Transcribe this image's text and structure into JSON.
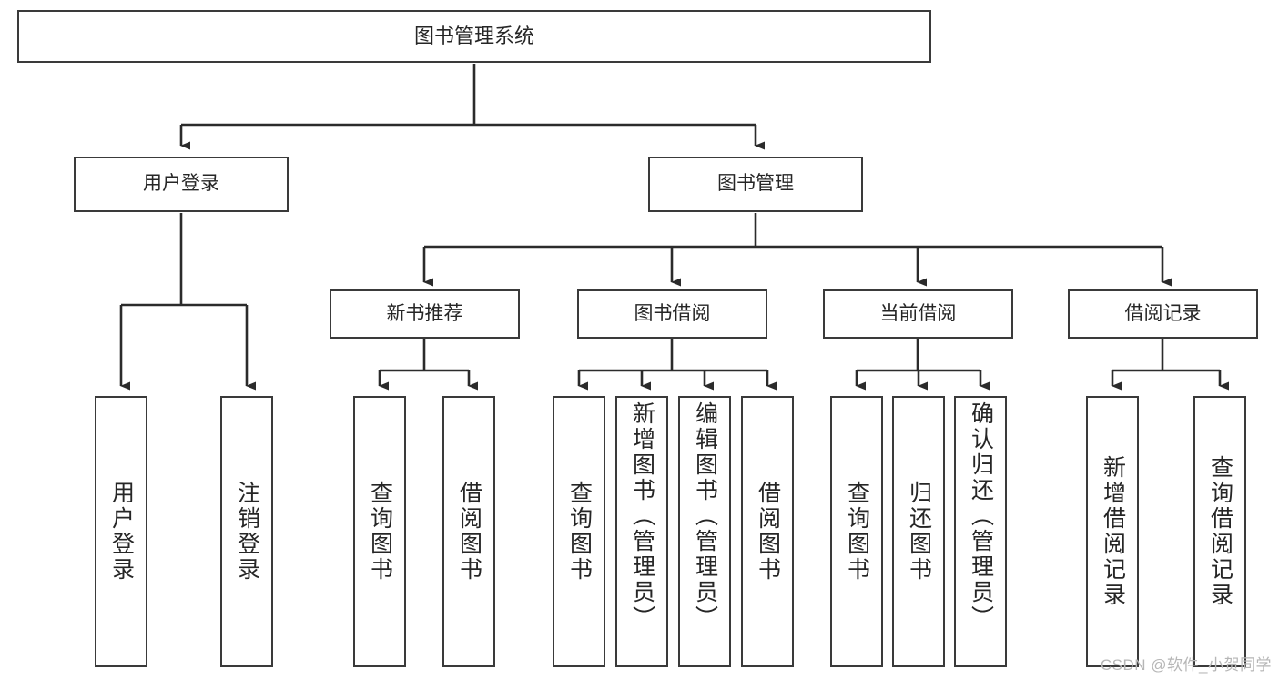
{
  "diagram": {
    "type": "tree-hierarchy-chart",
    "title_text": "图书管理系统",
    "colors": {
      "box_border": "#3a3a3a",
      "box_fill": "#ffffff",
      "connector": "#2b2b2b",
      "text": "#262626",
      "watermark": "#b6b6b6",
      "page_background": "#ffffff"
    },
    "root": {
      "label": "图书管理系统"
    },
    "level2": [
      {
        "label": "用户登录"
      },
      {
        "label": "图书管理"
      }
    ],
    "level3": [
      {
        "label": "新书推荐"
      },
      {
        "label": "图书借阅"
      },
      {
        "label": "当前借阅"
      },
      {
        "label": "借阅记录"
      }
    ],
    "leaves": {
      "user_login": [
        {
          "label": "用户登录"
        },
        {
          "label": "注销登录"
        }
      ],
      "new_book_recommend": [
        {
          "label": "查询图书"
        },
        {
          "label": "借阅图书"
        }
      ],
      "book_borrow": [
        {
          "label": "查询图书"
        },
        {
          "label": "新增图书（管理员）"
        },
        {
          "label": "编辑图书（管理员）"
        },
        {
          "label": "借阅图书"
        }
      ],
      "current_borrow": [
        {
          "label": "查询图书"
        },
        {
          "label": "归还图书"
        },
        {
          "label": "确认归还（管理员）"
        }
      ],
      "borrow_record": [
        {
          "label": "新增借阅记录"
        },
        {
          "label": "查询借阅记录"
        }
      ]
    },
    "watermark": "CSDN @软件_小贺同学"
  }
}
